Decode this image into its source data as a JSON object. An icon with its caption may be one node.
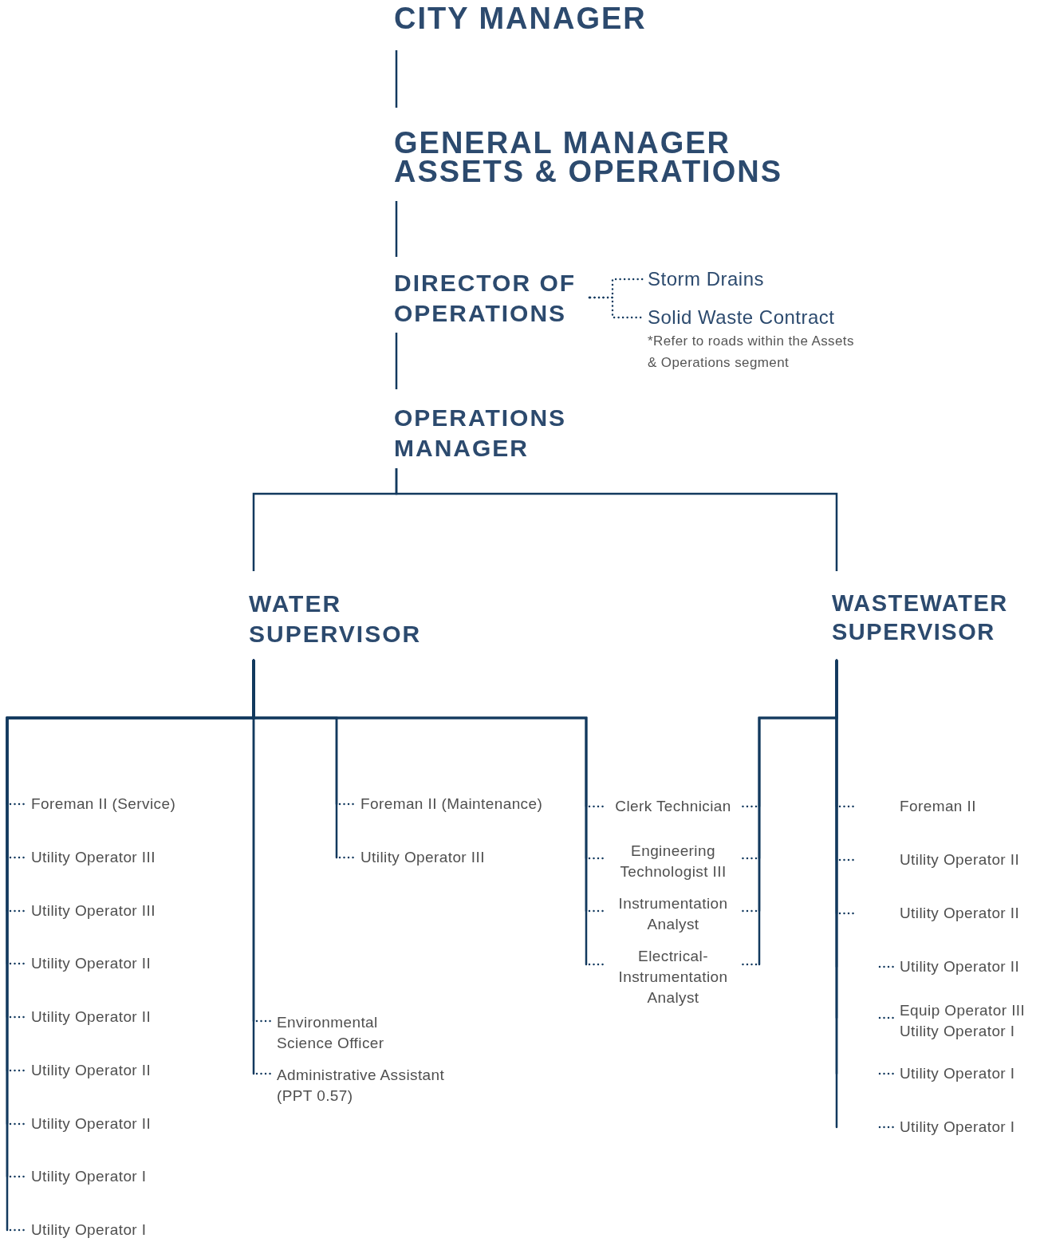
{
  "diagram": {
    "nodes": [
      {
        "text": [
          "CITY MANAGER"
        ]
      },
      {
        "text": [
          "GENERAL MANAGER ASSETS & OPERATIONS"
        ]
      },
      {
        "text": [
          "DIRECTOR OF OPERATIONS"
        ]
      },
      {
        "text": [
          "Storm Drains"
        ]
      },
      {
        "text": [
          "Solid Waste Contract"
        ],
        "beside": [
          "*Refer to roads within the Assets & Operations segment"
        ]
      },
      {
        "text": [
          "OPERATIONS MANAGER"
        ]
      },
      {
        "text": [
          "WATER SUPERVISOR"
        ]
      },
      {
        "text": [
          "WASTEWATER SUPERVISOR"
        ]
      },
      {
        "text": [
          "Foreman II (Service)"
        ]
      },
      {
        "text": [
          "Utility Operator III"
        ]
      },
      {
        "text": [
          "Utility Operator III"
        ]
      },
      {
        "text": [
          "Utility Operator II"
        ]
      },
      {
        "text": [
          "Utility Operator II"
        ]
      },
      {
        "text": [
          "Utility Operator II"
        ]
      },
      {
        "text": [
          "Utility Operator II"
        ]
      },
      {
        "text": [
          "Utility Operator I"
        ]
      },
      {
        "text": [
          "Utility Operator I"
        ]
      },
      {
        "text": [
          "Foreman II (Maintenance)"
        ]
      },
      {
        "text": [
          "Utility Operator III"
        ]
      },
      {
        "text": [
          "Environmental Science Officer"
        ]
      },
      {
        "text": [
          "Administrative Assistant (PPT 0.57)"
        ]
      },
      {
        "text": [
          "Clerk Technician"
        ]
      },
      {
        "text": [
          "Engineering Technologist III"
        ]
      },
      {
        "text": [
          "Instrumentation Analyst"
        ]
      },
      {
        "text": [
          "Electrical-Instrumentation Analyst"
        ]
      },
      {
        "text": [
          "Foreman II"
        ]
      },
      {
        "text": [
          "Utility Operator II"
        ]
      },
      {
        "text": [
          "Utility Operator II"
        ]
      },
      {
        "text": [
          "Utility Operator II"
        ]
      },
      {
        "text": [
          "Equip Operator III",
          "Utility Operator I"
        ]
      },
      {
        "text": [
          "Utility Operator I"
        ]
      },
      {
        "text": [
          "Utility Operator I"
        ]
      }
    ],
    "edges": [
      {
        "from": 0,
        "to": 1,
        "arrow": "none"
      },
      {
        "from": 1,
        "to": 2,
        "arrow": "none"
      },
      {
        "from": 2,
        "to": 3,
        "arrow": "none",
        "style": "dashed"
      },
      {
        "from": 2,
        "to": 4,
        "arrow": "none",
        "style": "dashed"
      },
      {
        "from": 2,
        "to": 5,
        "arrow": "none"
      },
      {
        "from": 5,
        "to": 6,
        "arrow": "none"
      },
      {
        "from": 5,
        "to": 7,
        "arrow": "none"
      },
      {
        "from": 6,
        "to": 8,
        "arrow": "none",
        "style": "dashed"
      },
      {
        "from": 6,
        "to": 9,
        "arrow": "none",
        "style": "dashed"
      },
      {
        "from": 6,
        "to": 10,
        "arrow": "none",
        "style": "dashed"
      },
      {
        "from": 6,
        "to": 11,
        "arrow": "none",
        "style": "dashed"
      },
      {
        "from": 6,
        "to": 12,
        "arrow": "none",
        "style": "dashed"
      },
      {
        "from": 6,
        "to": 13,
        "arrow": "none",
        "style": "dashed"
      },
      {
        "from": 6,
        "to": 14,
        "arrow": "none",
        "style": "dashed"
      },
      {
        "from": 6,
        "to": 15,
        "arrow": "none",
        "style": "dashed"
      },
      {
        "from": 6,
        "to": 16,
        "arrow": "none",
        "style": "dashed"
      },
      {
        "from": 6,
        "to": 17,
        "arrow": "none",
        "style": "dashed"
      },
      {
        "from": 6,
        "to": 18,
        "arrow": "none",
        "style": "dashed"
      },
      {
        "from": 6,
        "to": 19,
        "arrow": "none",
        "style": "dashed"
      },
      {
        "from": 6,
        "to": 20,
        "arrow": "none",
        "style": "dashed"
      },
      {
        "from": 6,
        "to": 21,
        "arrow": "none",
        "style": "dashed"
      },
      {
        "from": 6,
        "to": 22,
        "arrow": "none",
        "style": "dashed"
      },
      {
        "from": 6,
        "to": 23,
        "arrow": "none",
        "style": "dashed"
      },
      {
        "from": 6,
        "to": 24,
        "arrow": "none",
        "style": "dashed"
      },
      {
        "from": 7,
        "to": 21,
        "arrow": "none",
        "style": "dashed"
      },
      {
        "from": 7,
        "to": 22,
        "arrow": "none",
        "style": "dashed"
      },
      {
        "from": 7,
        "to": 23,
        "arrow": "none",
        "style": "dashed"
      },
      {
        "from": 7,
        "to": 24,
        "arrow": "none",
        "style": "dashed"
      },
      {
        "from": 7,
        "to": 25,
        "arrow": "none",
        "style": "dashed"
      },
      {
        "from": 7,
        "to": 26,
        "arrow": "none",
        "style": "dashed"
      },
      {
        "from": 7,
        "to": 27,
        "arrow": "none",
        "style": "dashed"
      },
      {
        "from": 7,
        "to": 28,
        "arrow": "none",
        "style": "dashed"
      },
      {
        "from": 7,
        "to": 29,
        "arrow": "none",
        "style": "dashed"
      },
      {
        "from": 7,
        "to": 30,
        "arrow": "none",
        "style": "dashed"
      },
      {
        "from": 7,
        "to": 31,
        "arrow": "none",
        "style": "dashed"
      }
    ]
  }
}
